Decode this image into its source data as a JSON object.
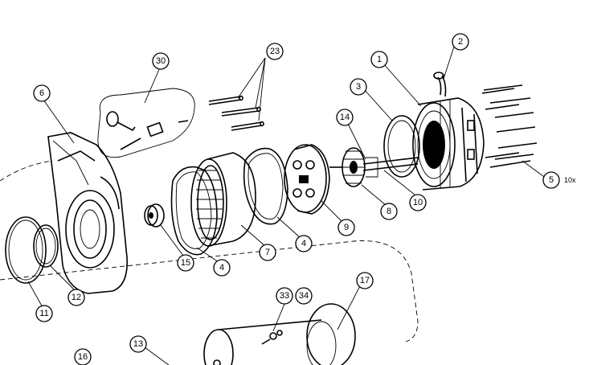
{
  "callouts": {
    "c1": "1",
    "c2": "2",
    "c3": "3",
    "c4a": "4",
    "c4b": "4",
    "c5": "5",
    "c6": "6",
    "c7": "7",
    "c8": "8",
    "c9": "9",
    "c10": "10",
    "c11": "11",
    "c12": "12",
    "c13": "13",
    "c14": "14",
    "c15": "15",
    "c16": "16",
    "c17": "17",
    "c23": "23",
    "c30": "30",
    "c33": "33",
    "c34": "34"
  },
  "notes": {
    "qty_10x": "10x"
  }
}
